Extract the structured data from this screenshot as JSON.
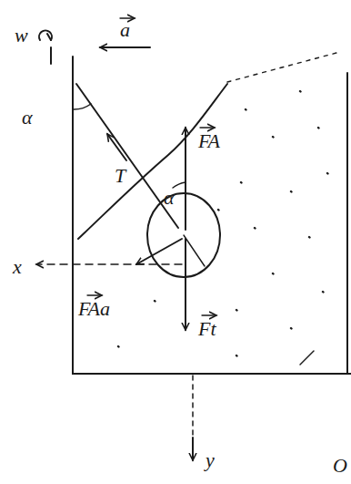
{
  "diagram": {
    "labels": [
      "w",
      "a",
      "α",
      "T",
      "FA",
      "α",
      "x",
      "FAa",
      "Ft",
      "y",
      "O"
    ]
  }
}
